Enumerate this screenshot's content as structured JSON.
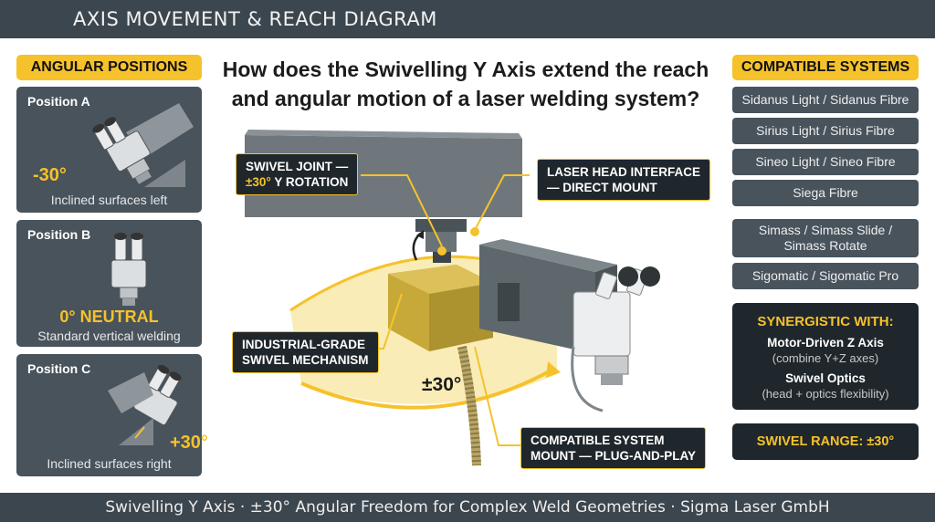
{
  "header": {
    "title": "AXIS MOVEMENT & REACH DIAGRAM"
  },
  "question": "How does the Swivelling Y Axis extend the reach and angular motion of a laser welding system?",
  "angular_positions": {
    "heading": "ANGULAR POSITIONS",
    "items": [
      {
        "title": "Position A",
        "value": "-30°",
        "description": "Inclined surfaces left"
      },
      {
        "title": "Position B",
        "value": "0° NEUTRAL",
        "description": "Standard vertical welding"
      },
      {
        "title": "Position C",
        "value": "+30°",
        "description": "Inclined surfaces right"
      }
    ]
  },
  "compatible_systems": {
    "heading": "COMPATIBLE SYSTEMS",
    "items": [
      "Sidanus Light / Sidanus Fibre",
      "Sirius Light / Sirius Fibre",
      "Sineo Light / Sineo Fibre",
      "Siega Fibre",
      "Simass / Simass Slide / Simass Rotate",
      "Sigomatic / Sigomatic Pro"
    ]
  },
  "synergy": {
    "heading": "SYNERGISTIC WITH:",
    "items": [
      {
        "name": "Motor-Driven Z Axis",
        "description": "(combine Y+Z axes)"
      },
      {
        "name": "Swivel Optics",
        "description": "(head + optics flexibility)"
      }
    ]
  },
  "swivel_range": "SWIVEL RANGE: ±30°",
  "callouts": {
    "swivel_joint_line1": "SWIVEL JOINT —",
    "swivel_joint_line2_accent": "±30°",
    "swivel_joint_line2_rest": " Y ROTATION",
    "laser_head_line1": "LASER HEAD INTERFACE",
    "laser_head_line2": "— DIRECT MOUNT",
    "mechanism_line1": "INDUSTRIAL-GRADE",
    "mechanism_line2": "SWIVEL MECHANISM",
    "mount_line1": "COMPATIBLE SYSTEM",
    "mount_line2": "MOUNT — PLUG-AND-PLAY"
  },
  "range_label": "±30°",
  "footer": "Swivelling Y Axis · ±30° Angular Freedom for Complex Weld Geometries · Sigma Laser GmbH",
  "colors": {
    "accent": "#f6c22b",
    "panel": "#48535c",
    "bar": "#3c464e",
    "dark": "#1f272c",
    "brass": "#c7a93a"
  }
}
